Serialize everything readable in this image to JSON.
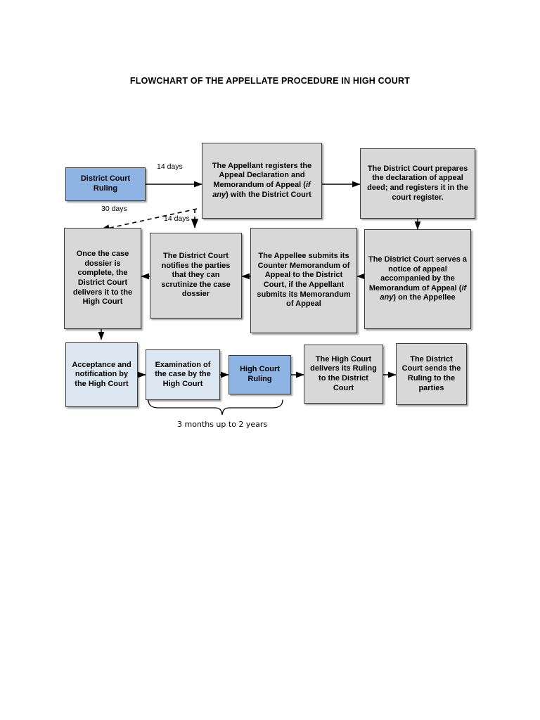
{
  "page": {
    "title": "FLOWCHART OF THE APPELLATE PROCEDURE IN HIGH COURT",
    "colors": {
      "box_gray": "#D8D8D8",
      "box_blue": "#8EB4E3",
      "box_lightblue": "#DCE6F1",
      "border": "#3C3C3C",
      "line": "#000000",
      "background": "#FFFFFF"
    }
  },
  "nodes": {
    "district_court_ruling": {
      "text": "District Court Ruling",
      "style": "blue"
    },
    "appellant_registers": {
      "text_before": "The Appellant registers the Appeal Declaration and Memorandum of Appeal (",
      "text_italic": "if any",
      "text_after": ") with the District Court",
      "style": "gray"
    },
    "dc_prepares_declaration": {
      "text": "The District Court prepares the declaration of appeal deed; and registers it in the court register.",
      "style": "gray"
    },
    "dc_serves_notice": {
      "text_before": "The District Court serves a notice of appeal accompanied by the Memorandum of Appeal (",
      "text_italic": "if any",
      "text_after": ") on the Appellee",
      "style": "gray"
    },
    "appellee_counter_memorandum": {
      "text": "The Appellee submits its Counter Memorandum of Appeal to the District Court, if the Appellant submits its Memorandum of Appeal",
      "style": "gray"
    },
    "dc_notifies_parties": {
      "text": "The District Court notifies the parties that they can scrutinize the case dossier",
      "style": "gray"
    },
    "dossier_complete_delivery": {
      "text": "Once the case dossier is complete, the District Court delivers it to the High Court",
      "style": "gray"
    },
    "acceptance_notification": {
      "text": "Acceptance and notification by the High Court",
      "style": "lightblue"
    },
    "examination_of_case": {
      "text": "Examination of the case by the High Court",
      "style": "lightblue"
    },
    "high_court_ruling": {
      "text": "High Court Ruling",
      "style": "blue"
    },
    "hc_delivers_ruling": {
      "text": "The High Court delivers its Ruling to the District Court",
      "style": "gray"
    },
    "dc_sends_ruling": {
      "text": "The District Court sends the Ruling to the parties",
      "style": "gray"
    }
  },
  "labels": {
    "fourteen_days_top": "14 days",
    "thirty_days": "30 days",
    "fourteen_days_mid": "14 days",
    "brace_duration": "3 months up to 2 years"
  }
}
